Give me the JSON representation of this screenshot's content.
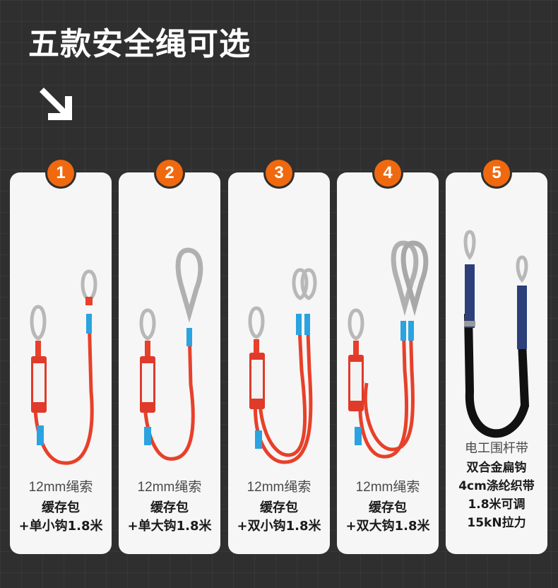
{
  "header": {
    "title": "五款安全绳可选",
    "arrow_icon": "arrow-down-right-icon"
  },
  "colors": {
    "badge": "#f0690f",
    "rope": "#e8402a",
    "card": "#f6f6f6",
    "background": "#2f2f2f"
  },
  "products": [
    {
      "number": "1",
      "spec": "12mm绳索",
      "desc_line1": "缓存包",
      "desc_line2": "+单小钩1.8米"
    },
    {
      "number": "2",
      "spec": "12mm绳索",
      "desc_line1": "缓存包",
      "desc_line2": "+单大钩1.8米"
    },
    {
      "number": "3",
      "spec": "12mm绳索",
      "desc_line1": "缓存包",
      "desc_line2": "+双小钩1.8米"
    },
    {
      "number": "4",
      "spec": "12mm绳索",
      "desc_line1": "缓存包",
      "desc_line2": "+双大钩1.8米"
    },
    {
      "number": "5",
      "spec": "电工围杆带",
      "desc_line1": "双合金扁钩",
      "desc_line2": "4cm涤纶织带",
      "desc_line3": "1.8米可调",
      "desc_line4": "15kN拉力"
    }
  ]
}
